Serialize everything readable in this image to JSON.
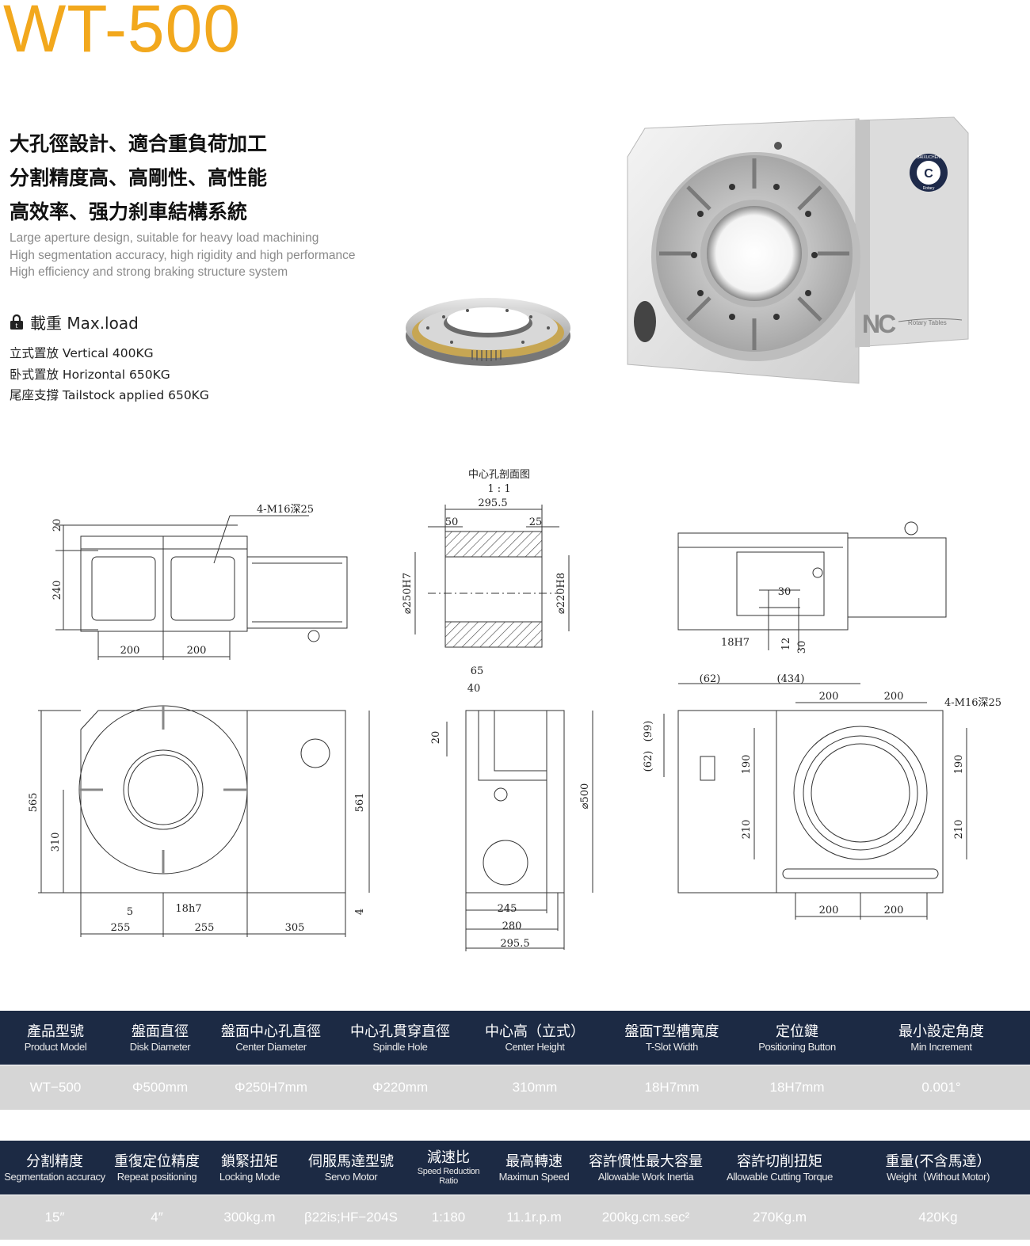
{
  "model": "WT-500",
  "features_cn": [
    "大孔徑設計、適合重負荷加工",
    "分割精度高、高剛性、高性能",
    "高效率、强力刹車結構系統"
  ],
  "features_en": [
    "Large aperture design, suitable for heavy load machining",
    "High segmentation accuracy, high rigidity and high performance",
    "High efficiency and strong braking structure system"
  ],
  "load": {
    "title": "載重 Max.load",
    "lines": [
      "立式置放 Vertical  400KG",
      "卧式置放 Horizontal  650KG",
      "尾座支撐 Tailstock applied  650KG"
    ]
  },
  "photo": {
    "brand_ring": "BAIXUCHEN",
    "brand_sub": "Rotary",
    "logo": "NC",
    "logo_sub": "Rotary Tables"
  },
  "drawing": {
    "section_title": "中心孔剖面图",
    "section_scale": "1 : 1",
    "dims": {
      "d20": "20",
      "d240": "240",
      "d200": "200",
      "d4m16": "4-M16深25",
      "d2955": "295.5",
      "d50": "50",
      "d25": "25",
      "d250h7": "⌀250H7",
      "d220h8": "⌀220H8",
      "d30": "30",
      "d18h7": "18H7",
      "d12": "12",
      "d565": "565",
      "d310": "310",
      "d561": "561",
      "d5": "5",
      "d18h7b": "18h7",
      "d255": "255",
      "d305": "305",
      "d4": "4",
      "d65": "65",
      "d40": "40",
      "d500": "⌀500",
      "d245": "245",
      "d280": "280",
      "d62": "(62)",
      "d434": "(434)",
      "d99": "(99)",
      "d190": "190",
      "d210": "210"
    }
  },
  "table1": {
    "headers": [
      {
        "cn": "產品型號",
        "en": "Product Model"
      },
      {
        "cn": "盤面直徑",
        "en": "Disk Diameter"
      },
      {
        "cn": "盤面中心孔直徑",
        "en": "Center Diameter"
      },
      {
        "cn": "中心孔貫穿直徑",
        "en": "Spindle Hole"
      },
      {
        "cn": "中心高（立式）",
        "en": "Center Height"
      },
      {
        "cn": "盤面T型槽寬度",
        "en": "T-Slot Width"
      },
      {
        "cn": "定位鍵",
        "en": "Positioning Button"
      },
      {
        "cn": "最小設定角度",
        "en": "Min Increment"
      }
    ],
    "values": [
      "WT−500",
      "Φ500mm",
      "Φ250H7mm",
      "Φ220mm",
      "310mm",
      "18H7mm",
      "18H7mm",
      "0.001°"
    ]
  },
  "table2": {
    "headers": [
      {
        "cn": "分割精度",
        "en": "Segmentation accuracy"
      },
      {
        "cn": "重復定位精度",
        "en": "Repeat positioning"
      },
      {
        "cn": "鎖緊扭矩",
        "en": "Locking Mode"
      },
      {
        "cn": "伺服馬達型號",
        "en": "Servo Motor"
      },
      {
        "cn": "減速比",
        "en": "Speed Reduction Ratio"
      },
      {
        "cn": "最高轉速",
        "en": "Maximun Speed"
      },
      {
        "cn": "容許慣性最大容量",
        "en": "Allowable Work Inertia"
      },
      {
        "cn": "容許切削扭矩",
        "en": "Allowable Cutting Torque"
      },
      {
        "cn": "重量(不含馬達）",
        "en": "Weight（Without Motor)"
      }
    ],
    "values": [
      "15″",
      "4″",
      "300kg.m",
      "β22is;HF−204S",
      "1:180",
      "11.1r.p.m",
      "200kg.cm.sec²",
      "270Kg.m",
      "420Kg"
    ]
  }
}
